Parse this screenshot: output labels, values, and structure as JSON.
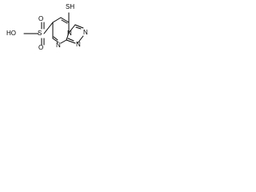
{
  "labels": {
    "thiol": "SH",
    "sulfonic_acid": "HO",
    "sulfur": "S",
    "oxygen_top": "O",
    "oxygen_bottom": "O",
    "nitrogen_pyrimidine": "N",
    "nitrogen_bridge": "N",
    "nitrogen_triazole_a": "N",
    "nitrogen_triazole_b": "N"
  },
  "colors": {
    "bond": "#000000",
    "label": "#000000",
    "background": "#ffffff"
  }
}
